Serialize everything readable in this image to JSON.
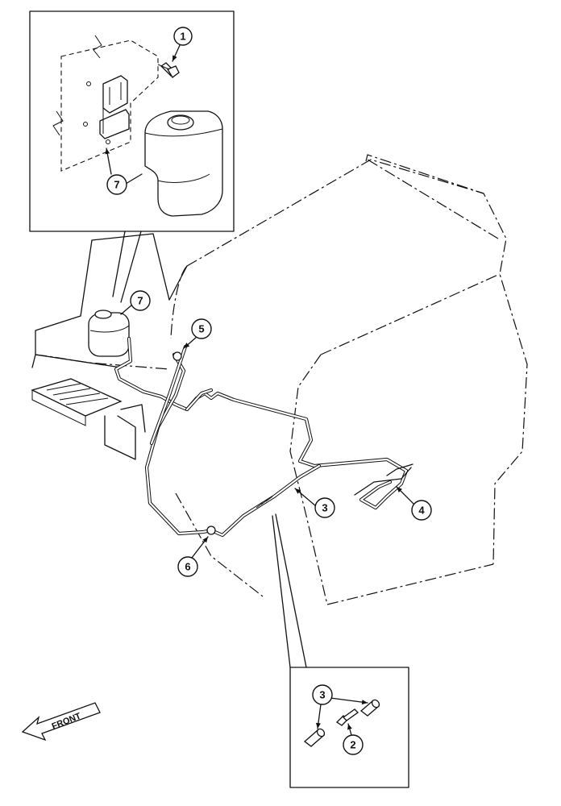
{
  "callouts": {
    "c1": "1",
    "c7_inset": "7",
    "c7_main": "7",
    "c5": "5",
    "c3_main": "3",
    "c4": "4",
    "c6": "6",
    "c3_inset": "3",
    "c2": "2"
  },
  "direction_label": "FRONT"
}
